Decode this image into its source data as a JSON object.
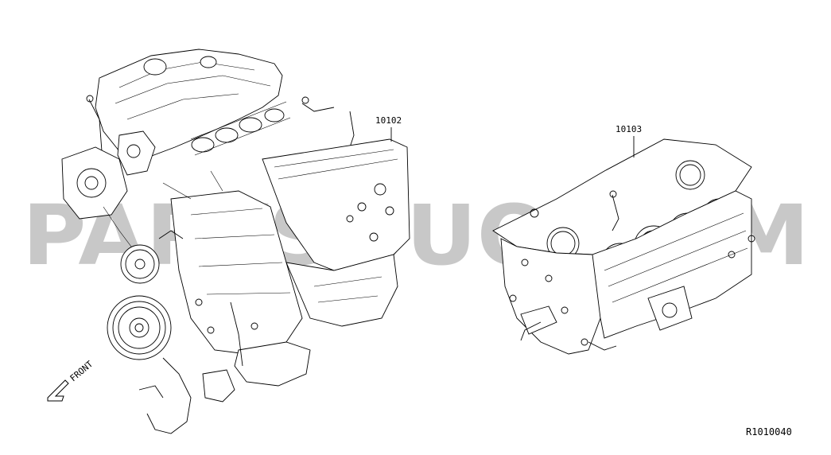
{
  "watermark": "PARTSOUQ.COM",
  "callouts": {
    "engine_assembly": "10102",
    "short_block": "10103"
  },
  "direction_label": "FRONT",
  "figure_code": "R1010040"
}
